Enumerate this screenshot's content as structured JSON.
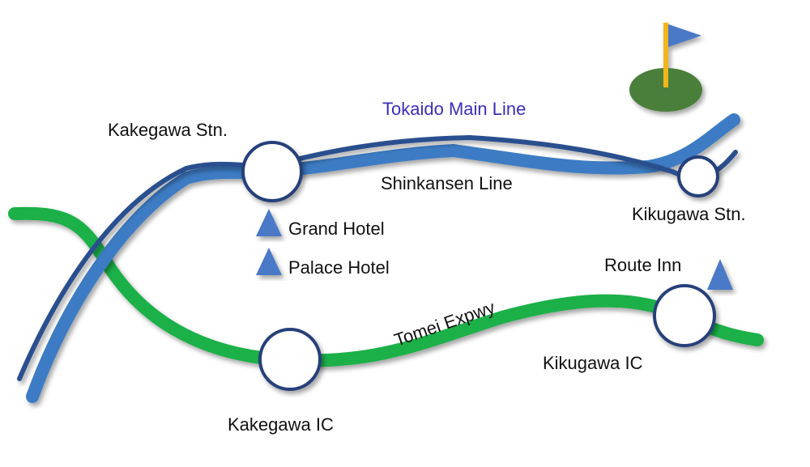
{
  "map": {
    "colors": {
      "shinkansen": "#3d7cc4",
      "tokaido": "#2c4f8f",
      "expressway": "#1fb04a",
      "station_stroke": "#26407a",
      "station_fill": "#ffffff",
      "hotel_marker": "#4a79c7",
      "golf_green": "#4a7f3a",
      "flag_pole": "#f2b51a",
      "flag": "#4a79c7",
      "tokaido_label": "#3b2eb8"
    },
    "lines": {
      "tokaido": "Tokaido Main Line",
      "shinkansen": "Shinkansen Line",
      "expressway": "Tomei Expwy"
    },
    "stations": {
      "kakegawa": "Kakegawa Stn.",
      "kikugawa": "Kikugawa Stn."
    },
    "interchanges": {
      "kakegawa": "Kakegawa IC",
      "kikugawa": "Kikugawa IC"
    },
    "hotels": {
      "grand": "Grand Hotel",
      "palace": "Palace Hotel",
      "route_inn": "Route Inn"
    },
    "icons": {
      "hotel": "triangle-icon",
      "golf": "golf-flag-icon"
    }
  }
}
